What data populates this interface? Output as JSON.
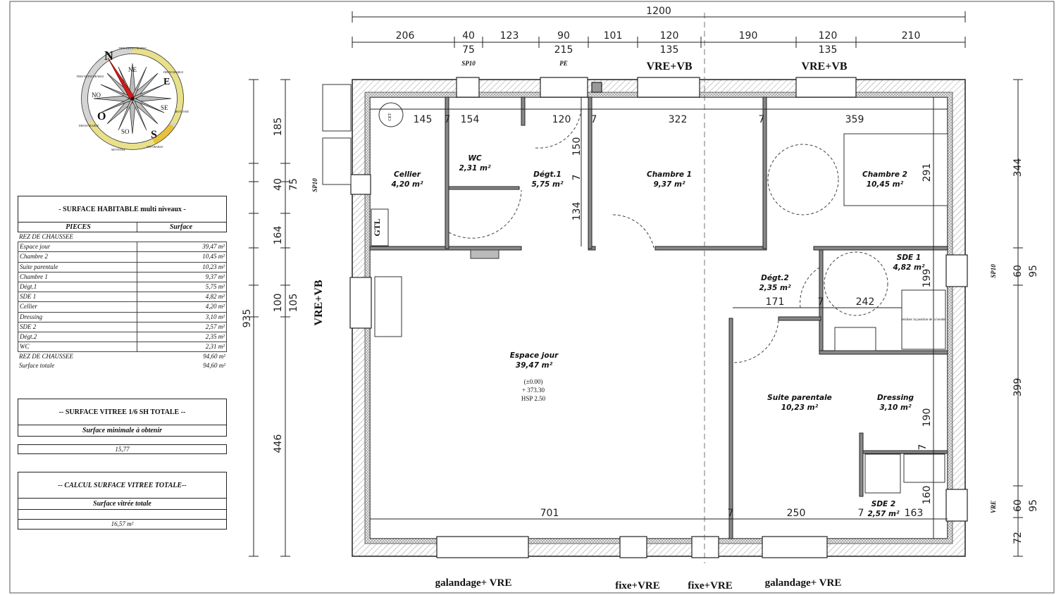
{
  "surface_table": {
    "title": "- SURFACE HABITABLE  multi niveaux -",
    "col_pieces": "PIECES",
    "col_surface": "Surface",
    "level": "REZ DE CHAUSSEE",
    "rows": [
      {
        "piece": "Espace jour",
        "surface": "39,47 m²"
      },
      {
        "piece": "Chambre 2",
        "surface": "10,45 m²"
      },
      {
        "piece": "Suite parentale",
        "surface": "10,23 m²"
      },
      {
        "piece": "Chambre 1",
        "surface": "9,37 m²"
      },
      {
        "piece": "Dégt.1",
        "surface": "5,75 m²"
      },
      {
        "piece": "SDE 1",
        "surface": "4,82 m²"
      },
      {
        "piece": "Cellier",
        "surface": "4,20 m²"
      },
      {
        "piece": "Dressing",
        "surface": "3,10 m²"
      },
      {
        "piece": "SDE 2",
        "surface": "2,57 m²"
      },
      {
        "piece": "Dégt.2",
        "surface": "2,35 m²"
      },
      {
        "piece": "WC",
        "surface": "2,31 m²"
      }
    ],
    "level_total_label": "REZ DE CHAUSSEE",
    "level_total": "94,60 m²",
    "total_label": "Surface totale",
    "total": "94,60 m²"
  },
  "vitree_min": {
    "title": "-- SURFACE VITREE 1/6 SH TOTALE --",
    "subtitle": "Surface minimale à obtenir",
    "value": "15,77"
  },
  "vitree_calc": {
    "title": "-- CALCUL SURFACE VITREE TOTALE--",
    "subtitle": "Surface vitrée totale",
    "value": "16,57 m²"
  },
  "compass": {
    "north": "N",
    "east": "E",
    "south": "S",
    "west": "O",
    "ne": "NE",
    "se": "SE",
    "so": "SO",
    "no": "NO",
    "zones": [
      "TRES DEFAVORABLE",
      "DEFAVORABLE",
      "MOYENNE",
      "FAVORABLE",
      "MOYENNE",
      "DEFAVORABLE",
      "TRES DEFAVORABLE"
    ],
    "colors": {
      "grey": "#d4d4d4",
      "yellow": "#e8e08a",
      "orange": "#e8c23a",
      "needle": "#d11a1a"
    }
  },
  "dims_top": {
    "total": "1200",
    "segments": [
      "206",
      "40",
      "123",
      "90",
      "101",
      "120",
      "190",
      "120",
      "210"
    ],
    "heights": [
      "75",
      "215",
      "135",
      "135"
    ]
  },
  "dims_left": {
    "total": "935",
    "segments": [
      "185",
      "40",
      "75",
      "164",
      "100",
      "105",
      "446"
    ]
  },
  "dims_right": {
    "segments": [
      "344",
      "60",
      "95",
      "399",
      "60",
      "95",
      "72"
    ]
  },
  "dims_interior": {
    "row1": [
      "145",
      "7",
      "154",
      "120",
      "7",
      "322",
      "7",
      "359"
    ],
    "degt1": [
      "150",
      "7",
      "134"
    ],
    "ch2": "291",
    "row2": [
      "171",
      "7",
      "242"
    ],
    "sde1": "199",
    "dressing": [
      "190",
      "7",
      "160"
    ],
    "row3": [
      "701",
      "7",
      "250",
      "7",
      "163"
    ]
  },
  "openings": {
    "sp10_top": "SP10",
    "pe": "PE",
    "vre_vb_1": "VRE+VB",
    "vre_vb_2": "VRE+VB",
    "sp10_left": "SP10",
    "vre_vb_left": "VRE+VB",
    "sp10_right": "SP10",
    "vre_right": "VRE",
    "bottom": [
      "galandage+ VRE",
      "fixe+VRE",
      "fixe+VRE",
      "galandage+ VRE"
    ]
  },
  "rooms": {
    "cellier": {
      "name": "Cellier",
      "area": "4,20 m²"
    },
    "wc": {
      "name": "WC",
      "area": "2,31 m²"
    },
    "degt1": {
      "name": "Dégt.1",
      "area": "5,75 m²"
    },
    "chambre1": {
      "name": "Chambre 1",
      "area": "9,37 m²"
    },
    "chambre2": {
      "name": "Chambre 2",
      "area": "10,45 m²"
    },
    "sde1": {
      "name": "SDE 1",
      "area": "4,82 m²"
    },
    "degt2": {
      "name": "Dégt.2",
      "area": "2,35 m²"
    },
    "espace_jour": {
      "name": "Espace jour",
      "area": "39,47 m²",
      "level": "(±0.00)",
      "altitude": "+ 373.30",
      "hsp": "HSP 2.50"
    },
    "suite": {
      "name": "Suite parentale",
      "area": "10,23 m²"
    },
    "dressing": {
      "name": "Dressing",
      "area": "3,10 m²"
    },
    "sde2": {
      "name": "SDE 2",
      "area": "2,57 m²"
    }
  },
  "equipment": {
    "gtl": "GTL",
    "cet": "CET",
    "shower_note": "réaliser la position de la bonde"
  }
}
